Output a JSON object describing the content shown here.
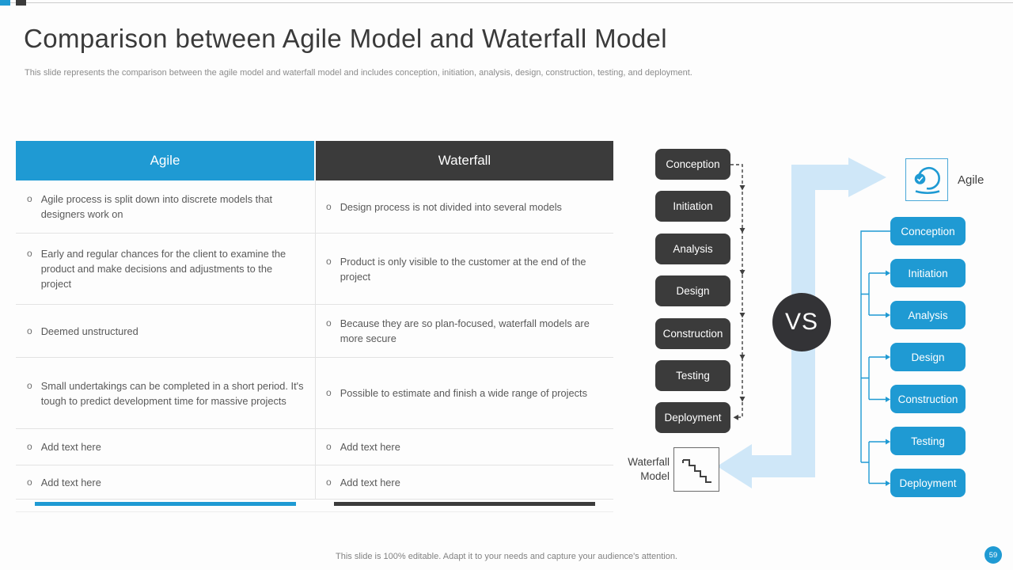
{
  "slide": {
    "title": "Comparison between Agile Model and Waterfall Model",
    "subtitle": "This slide represents the comparison between the agile model and waterfall model and includes conception, initiation, analysis, design, construction, testing, and deployment.",
    "footer_note": "This slide is 100% editable. Adapt it to your needs and capture your audience's attention.",
    "page_number": "59"
  },
  "table": {
    "bullet": "o",
    "headers": {
      "agile": "Agile",
      "waterfall": "Waterfall"
    },
    "rows": [
      {
        "agile": "Agile process is split down into discrete models that designers work on",
        "waterfall": "Design process is not divided into several models"
      },
      {
        "agile": "Early and regular chances for the client to examine the product and make decisions and adjustments to the project",
        "waterfall": "Product is only visible to the customer at the end of the project"
      },
      {
        "agile": "Deemed unstructured",
        "waterfall": "Because they are so plan-focused, waterfall models are more secure"
      },
      {
        "agile": "Small undertakings can be completed in a short period. It's tough to predict development time for massive projects",
        "waterfall": "Possible to estimate and finish a wide range of projects"
      },
      {
        "agile": "Add text here",
        "waterfall": "Add text here"
      },
      {
        "agile": "Add text here",
        "waterfall": "Add text here"
      }
    ]
  },
  "diagram": {
    "vs_label": "VS",
    "agile_label": "Agile",
    "waterfall_label": "Waterfall Model",
    "waterfall_stages": [
      "Conception",
      "Initiation",
      "Analysis",
      "Design",
      "Construction",
      "Testing",
      "Deployment"
    ],
    "agile_stages": [
      "Conception",
      "Initiation",
      "Analysis",
      "Design",
      "Construction",
      "Testing",
      "Deployment"
    ],
    "icons": {
      "agile": "scrum-sprint-icon",
      "waterfall": "stairs-waterfall-icon"
    },
    "colors": {
      "accent_blue": "#1f9ad3",
      "dark": "#3b3b3b",
      "light_blue_arrow": "#cfe7f8"
    }
  }
}
